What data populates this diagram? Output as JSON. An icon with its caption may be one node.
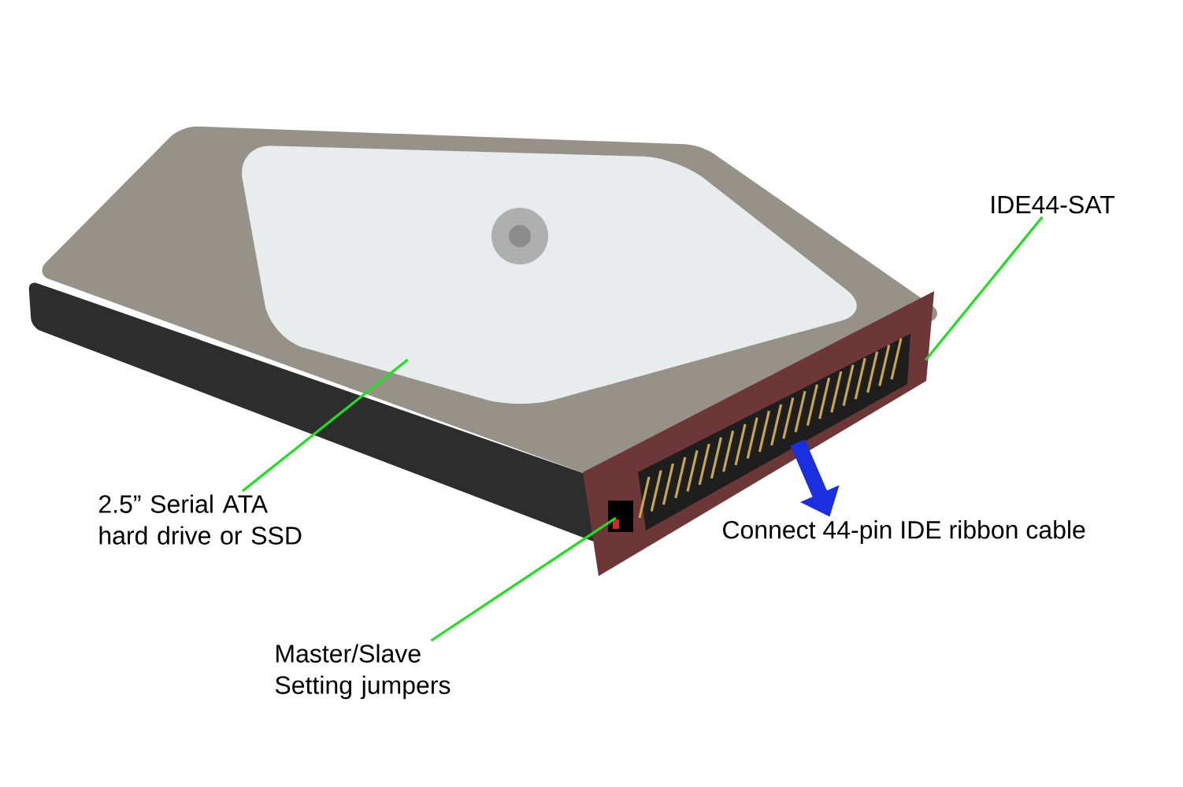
{
  "diagram": {
    "nodes": [
      {
        "text": [
          "IDE44-SAT"
        ]
      },
      {
        "text": [],
        "shape": "picture"
      },
      {
        "text": [
          "2.5” Serial ATA hard drive or SSD"
        ]
      },
      {
        "text": [],
        "shape": "picture"
      },
      {
        "text": [
          "Connect 44-pin IDE ribbon cable"
        ]
      },
      {
        "text": [
          "Master/Slave Setting jumpers"
        ]
      },
      {
        "text": [],
        "shape": "picture",
        "in": 1
      },
      {
        "text": [],
        "shape": "picture",
        "in": 1
      }
    ],
    "edges": [
      {
        "from": 0,
        "to": 1,
        "arrow": "none"
      },
      {
        "from": 2,
        "to": 3,
        "arrow": "none"
      },
      {
        "from": 7,
        "to": 4,
        "arrow": "to",
        "style": "thick",
        "color": "#1a2fe0"
      },
      {
        "from": 5,
        "to": 6,
        "arrow": "none"
      }
    ]
  }
}
